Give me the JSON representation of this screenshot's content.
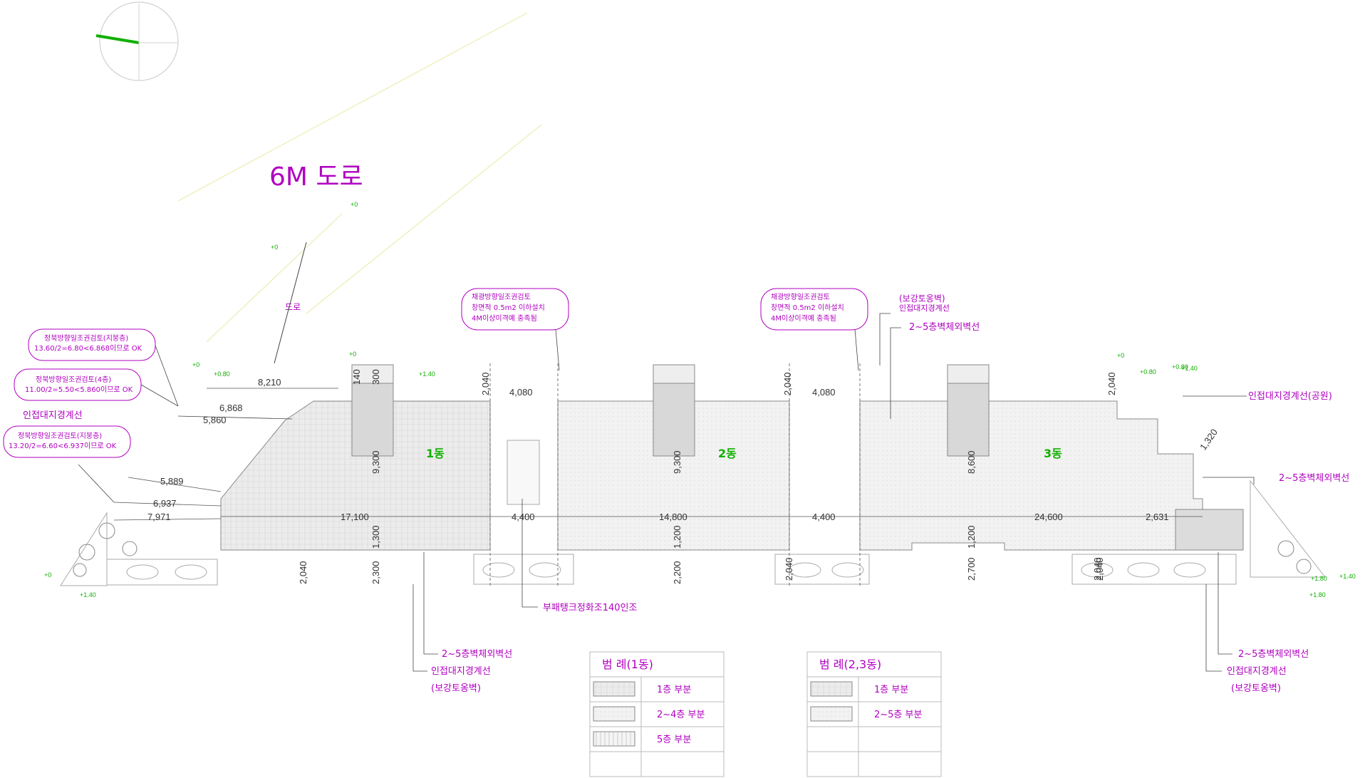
{
  "road": {
    "title": "6M 도로",
    "small_label": "도로"
  },
  "buildings": [
    {
      "label": "1동"
    },
    {
      "label": "2동"
    },
    {
      "label": "3동"
    }
  ],
  "dimensions": {
    "top_left": "8,210",
    "slant_a": "6,868",
    "slant_b": "5,860",
    "left_a": "5,889",
    "left_b": "6,937",
    "left_c": "7,971",
    "gap_top_1": "4,080",
    "gap_top_2": "4,080",
    "gap_mid_1": "4,400",
    "gap_mid_2": "4,400",
    "len_1": "17,100",
    "len_2": "14,800",
    "len_3": "24,600",
    "depth_1": "9,300",
    "depth_2": "9,300",
    "depth_3": "8,600",
    "notch_1": "1,300",
    "notch_2": "1,200",
    "notch_3": "1,200",
    "bot_1": "2,300",
    "bot_2": "2,200",
    "bot_3": "2,700",
    "setback_left": "2,040",
    "setback_gap1": "2,040",
    "setback_gap2": "2,040",
    "setback_right": "2,040",
    "setback_low1": "2,040",
    "setback_low2": "2,040",
    "setback_low3": "2,040",
    "core_top_a": "140",
    "core_top_b": "300",
    "right_slant": "1,320",
    "right_wedge": "2,631"
  },
  "notes": {
    "n1": [
      "정북방향일조권검토(지붕층)",
      "13.60/2=6.80<6.868이므로 OK"
    ],
    "n2": [
      "정북방향일조권검토(4층)",
      "11.00/2=5.50<5.860이므로 OK"
    ],
    "n3": [
      "정북방향일조권검토(지붕층)",
      "13.20/2=6.60<6.937이므로 OK"
    ],
    "n4": [
      "채광방향일조권검토",
      "창면적 0.5m2 이하설치",
      "4M이상이격예 충족됨"
    ],
    "n5": [
      "채광방향일조권검토",
      "창면적 0.5m2 이하설치",
      "4M이상이격예 충족됨"
    ]
  },
  "labels": {
    "boundary_left": "인접대지경계선",
    "retaining_top_1": "(보강토옹벽)",
    "retaining_top_2": "인접대지경계선",
    "outer_wall_top": "2~5층벽체외벽선",
    "boundary_park": "인접대지경계선(공원)",
    "outer_wall_right": "2~5층벽체외벽선",
    "septic": "부패탱크정화조140인조",
    "bl_1": "2~5층벽체외벽선",
    "bl_2": "인접대지경계선",
    "bl_3": "(보강토옹벽)",
    "br_1": "2~5층벽체외벽선",
    "br_2": "인접대지경계선",
    "br_3": "(보강토옹벽)"
  },
  "levels": [
    "+0",
    "+0",
    "+0",
    "+0",
    "+0.80",
    "+1.40",
    "+0.80",
    "+0",
    "+0.80",
    "+1.40",
    "+0",
    "+1.40",
    "+1.80",
    "+1.40",
    "+1.80"
  ],
  "legend_1": {
    "title": "범   례(1동)",
    "rows": [
      "1층 부분",
      "2~4층 부분",
      "5층 부분"
    ]
  },
  "legend_2": {
    "title": "범   례(2,3동)",
    "rows": [
      "1층 부분",
      "2~5층 부분"
    ]
  },
  "colors": {
    "annotation": "#b000c0",
    "building_label": "#10b000",
    "north_arrow": "#10b000"
  }
}
